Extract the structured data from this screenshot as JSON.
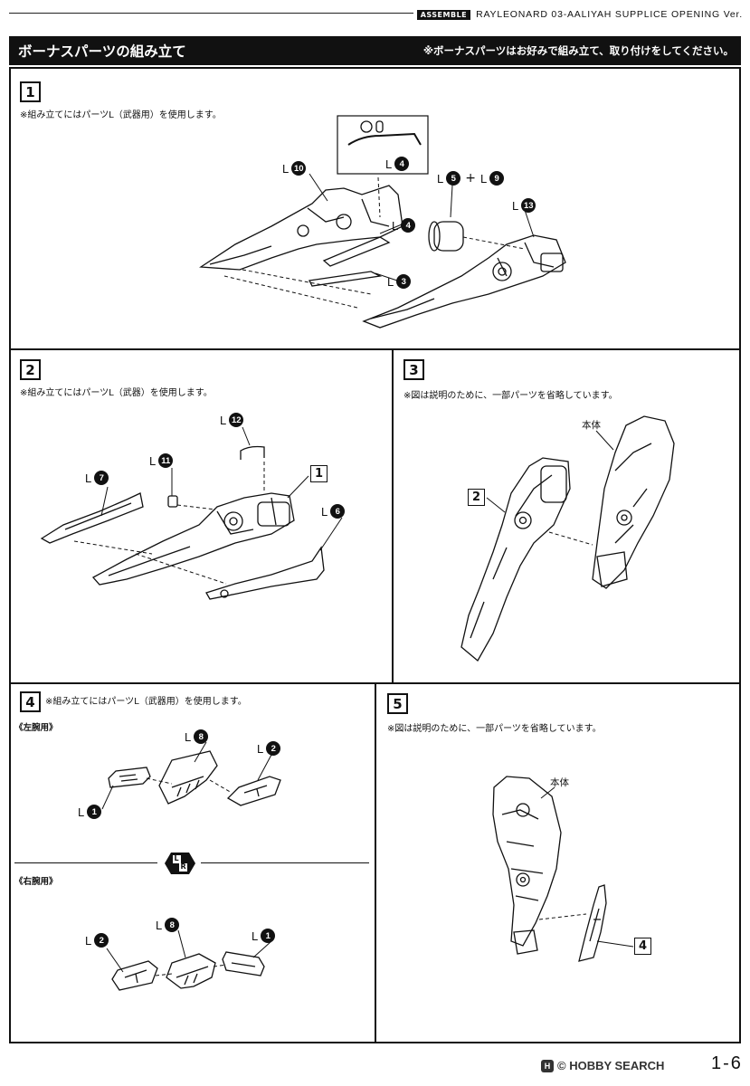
{
  "header_strip": {
    "tag": "ASSEMBLE",
    "series": "RAYLEONARD 03-AALIYAH SUPPLICE OPENING Ver."
  },
  "title_bar": {
    "title": "ボーナスパーツの組み立て",
    "note": "※ボーナスパーツはお好みで組み立て、取り付けをしてください。"
  },
  "steps": [
    {
      "number": "1",
      "note": "※組み立てにはパーツL（武器用）を使用します。",
      "labels": [
        {
          "letter": "L",
          "part": "10"
        },
        {
          "letter": "L",
          "part": "4"
        },
        {
          "letter": "L",
          "part": "4"
        },
        {
          "letter": "L",
          "part": "5",
          "plus": "+",
          "letter2": "L",
          "part2": "9"
        },
        {
          "letter": "L",
          "part": "13"
        },
        {
          "letter": "L",
          "part": "3"
        }
      ]
    },
    {
      "number": "2",
      "note": "※組み立てにはパーツL（武器）を使用します。",
      "labels": [
        {
          "letter": "L",
          "part": "12"
        },
        {
          "letter": "L",
          "part": "11"
        },
        {
          "letter": "L",
          "part": "7"
        },
        {
          "letter": "L",
          "part": "6"
        }
      ],
      "callout": "1"
    },
    {
      "number": "3",
      "note": "※図は説明のために、一部パーツを省略しています。",
      "body_label": "本体",
      "callout": "2"
    },
    {
      "number": "4",
      "note": "※組み立てにはパーツL（武器用）を使用します。",
      "left_arm": "《左腕用》",
      "right_arm": "《右腕用》",
      "lr_badge": {
        "l": "L",
        "r": "R"
      },
      "left_labels": [
        {
          "letter": "L",
          "part": "8"
        },
        {
          "letter": "L",
          "part": "2"
        },
        {
          "letter": "L",
          "part": "1"
        }
      ],
      "right_labels": [
        {
          "letter": "L",
          "part": "8"
        },
        {
          "letter": "L",
          "part": "1"
        },
        {
          "letter": "L",
          "part": "2"
        }
      ]
    },
    {
      "number": "5",
      "note": "※図は説明のために、一部パーツを省略しています。",
      "body_label": "本体",
      "callout": "4"
    }
  ],
  "page_number": "1-6",
  "watermark": {
    "icon": "H",
    "text": "© HOBBY SEARCH"
  }
}
